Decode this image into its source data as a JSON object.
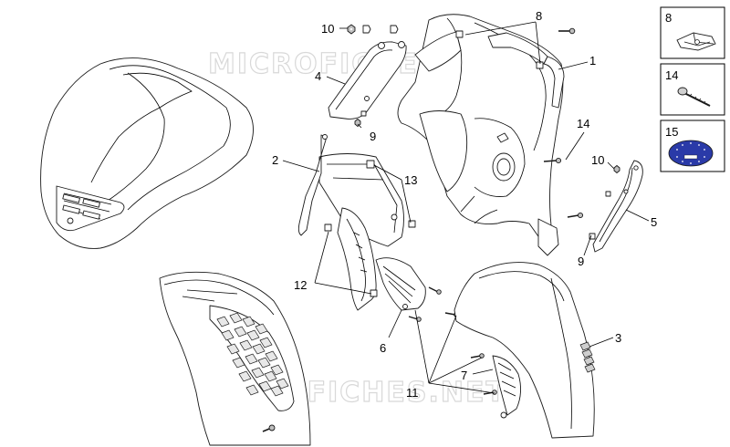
{
  "watermark": {
    "top": "MICROFICHES.NET",
    "bottom": "MICROFICHES.NET"
  },
  "callouts": [
    {
      "id": "c1",
      "text": "1"
    },
    {
      "id": "c2",
      "text": "2"
    },
    {
      "id": "c3",
      "text": "3"
    },
    {
      "id": "c4",
      "text": "4"
    },
    {
      "id": "c5",
      "text": "5"
    },
    {
      "id": "c6",
      "text": "6"
    },
    {
      "id": "c7",
      "text": "7"
    },
    {
      "id": "c8",
      "text": "8"
    },
    {
      "id": "c9a",
      "text": "9"
    },
    {
      "id": "c9b",
      "text": "9"
    },
    {
      "id": "c10a",
      "text": "10"
    },
    {
      "id": "c10b",
      "text": "10"
    },
    {
      "id": "c11",
      "text": "11"
    },
    {
      "id": "c12",
      "text": "12"
    },
    {
      "id": "c13",
      "text": "13"
    },
    {
      "id": "c14",
      "text": "14"
    }
  ],
  "legend_boxes": [
    {
      "label": "8",
      "icon": "clip-nut-icon"
    },
    {
      "label": "14",
      "icon": "screw-icon"
    },
    {
      "label": "15",
      "icon": "euro-emblem-icon"
    }
  ],
  "colors": {
    "emblem_blue": "#2a3aa8",
    "emblem_stars": "#ffffff"
  }
}
